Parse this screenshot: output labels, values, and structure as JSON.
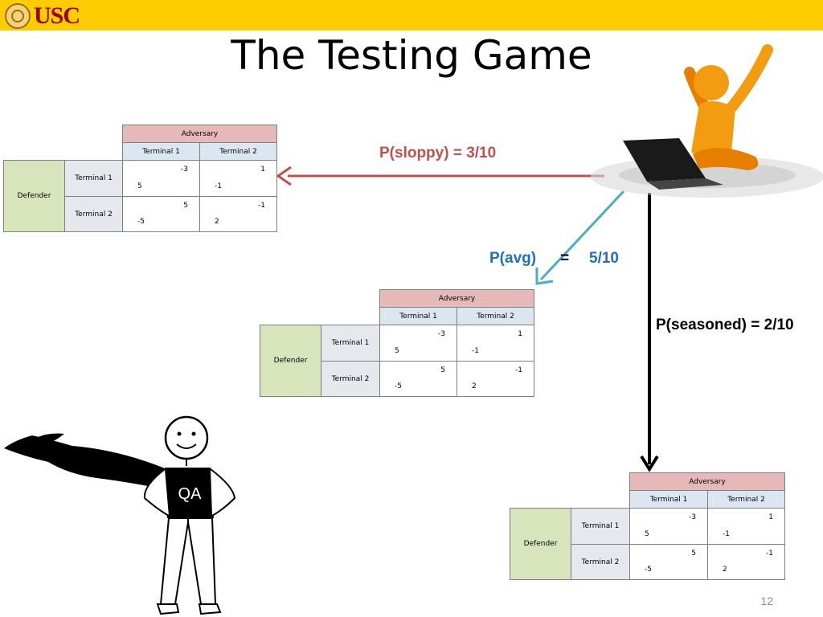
{
  "header": {
    "logo_text": "USC"
  },
  "slide": {
    "title": "The Testing Game",
    "number": "12"
  },
  "game_table": {
    "adversary_label": "Adversary",
    "columns": [
      "Terminal 1",
      "Terminal 2"
    ],
    "defender_label": "Defender",
    "rows": [
      {
        "label": "Terminal 1",
        "cells": [
          {
            "adversary": "-3",
            "defender": "5"
          },
          {
            "adversary": "1",
            "defender": "-1"
          }
        ]
      },
      {
        "label": "Terminal 2",
        "cells": [
          {
            "adversary": "5",
            "defender": "-5"
          },
          {
            "adversary": "-1",
            "defender": "2"
          }
        ]
      }
    ]
  },
  "probabilities": {
    "sloppy": "P(sloppy) = 3/10",
    "avg_name": "P(avg)",
    "avg_eq": "=",
    "avg_value": "5/10",
    "seasoned": "P(seasoned) = 2/10"
  },
  "figures": {
    "qa_shirt_text": "QA"
  },
  "colors": {
    "topbar": "#FFCC00",
    "usc_red": "#990000",
    "sloppy_arrow": "#C0504D",
    "avg_arrow": "#4BACC6",
    "seasoned_arrow": "#000000",
    "laptop_person": "#F39C12"
  }
}
